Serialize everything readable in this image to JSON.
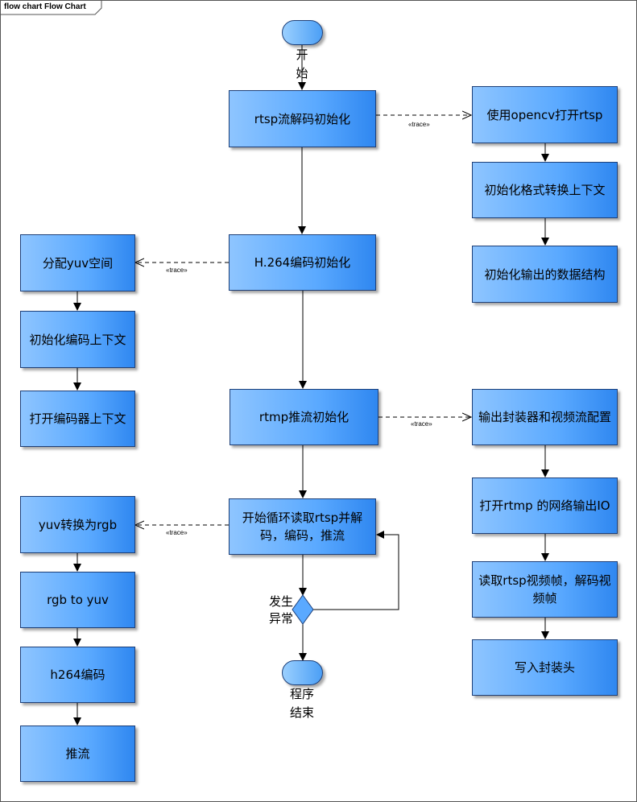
{
  "diagram": {
    "tab_title": "flow chart Flow Chart",
    "trace_label": "«trace»",
    "start": {
      "label_line1": "开",
      "label_line2": "始"
    },
    "end": {
      "label_line1": "程序",
      "label_line2": "结束"
    },
    "decision": {
      "label_line1": "发生",
      "label_line2": "异常"
    },
    "main": {
      "rtsp_init": "rtsp流解码初始化",
      "h264_init": "H.264编码初始化",
      "rtmp_init": "rtmp推流初始化",
      "loop_line1": "开始循环读取rtsp并解",
      "loop_line2": "码，编码，推流"
    },
    "right_top": [
      "使用opencv打开rtsp",
      "初始化格式转换上下文",
      "初始化输出的数据结构"
    ],
    "left_top": [
      "分配yuv空间",
      "初始化编码上下文",
      "打开编码器上下文"
    ],
    "right_bottom": {
      "item1": "输出封装器和视频流配置",
      "item2": "打开rtmp 的网络输出IO",
      "item3_line1": "读取rtsp视频帧，解码视",
      "item3_line2": "频帧",
      "item4": "写入封装头"
    },
    "left_bottom": [
      "yuv转换为rgb",
      "rgb to yuv",
      "h264编码",
      "推流"
    ]
  }
}
